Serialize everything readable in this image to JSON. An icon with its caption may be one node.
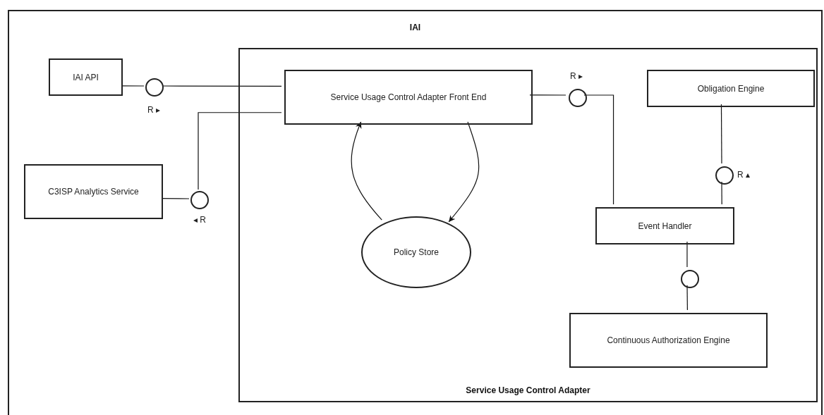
{
  "diagram": {
    "nodes": [
      {
        "text": [
          "IAI"
        ]
      },
      {
        "text": [
          "IAI API"
        ],
        "in": 0
      },
      {
        "text": [],
        "shape": "circle",
        "in": 0,
        "beside": [
          "R ▸"
        ]
      },
      {
        "text": [
          "Service Usage Control Adapter"
        ],
        "in": 0
      },
      {
        "text": [
          "Service Usage Control Adapter Front End"
        ],
        "in": 3
      },
      {
        "text": [],
        "shape": "circle",
        "in": 3,
        "beside": [
          "R ▸"
        ]
      },
      {
        "text": [
          "Obligation Engine"
        ],
        "in": 3
      },
      {
        "text": [
          "C3ISP Analytics Service"
        ],
        "in": 0
      },
      {
        "text": [],
        "shape": "circle",
        "in": 0,
        "beside": [
          "◂ R"
        ]
      },
      {
        "text": [],
        "shape": "circle",
        "in": 3,
        "beside": [
          "R ▴"
        ]
      },
      {
        "text": [
          "Event Handler"
        ],
        "in": 3
      },
      {
        "text": [
          "Policy Store"
        ],
        "in": 3
      },
      {
        "text": [],
        "shape": "circle",
        "in": 3
      },
      {
        "text": [
          "Continuous Authorization Engine"
        ],
        "in": 3
      }
    ],
    "edges": [
      {
        "from": 1,
        "to": 2,
        "arrow": "none"
      },
      {
        "from": 2,
        "to": 4,
        "arrow": "none"
      },
      {
        "from": 7,
        "to": 8,
        "arrow": "none"
      },
      {
        "from": 8,
        "to": 4,
        "arrow": "none"
      },
      {
        "from": 4,
        "to": 5,
        "arrow": "none"
      },
      {
        "from": 5,
        "to": 10,
        "arrow": "none"
      },
      {
        "from": 6,
        "to": 9,
        "arrow": "none"
      },
      {
        "from": 9,
        "to": 10,
        "arrow": "none"
      },
      {
        "from": 10,
        "to": 12,
        "arrow": "none"
      },
      {
        "from": 12,
        "to": 13,
        "arrow": "none"
      },
      {
        "from": 11,
        "to": 4,
        "arrow": "to"
      },
      {
        "from": 4,
        "to": 11,
        "arrow": "to"
      }
    ]
  }
}
